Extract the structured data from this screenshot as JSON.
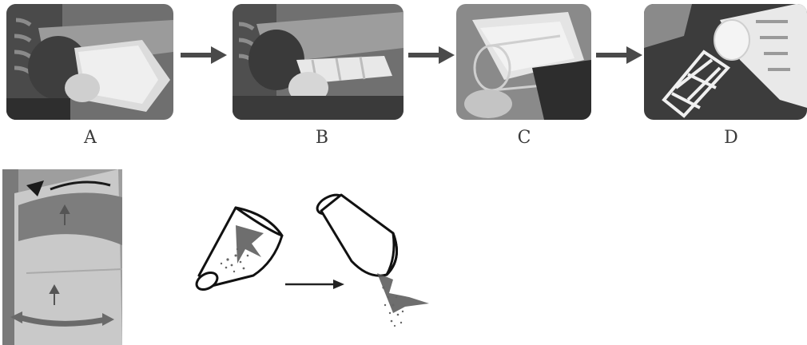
{
  "steps": [
    {
      "label": "A"
    },
    {
      "label": "B"
    },
    {
      "label": "C"
    },
    {
      "label": "D"
    }
  ]
}
